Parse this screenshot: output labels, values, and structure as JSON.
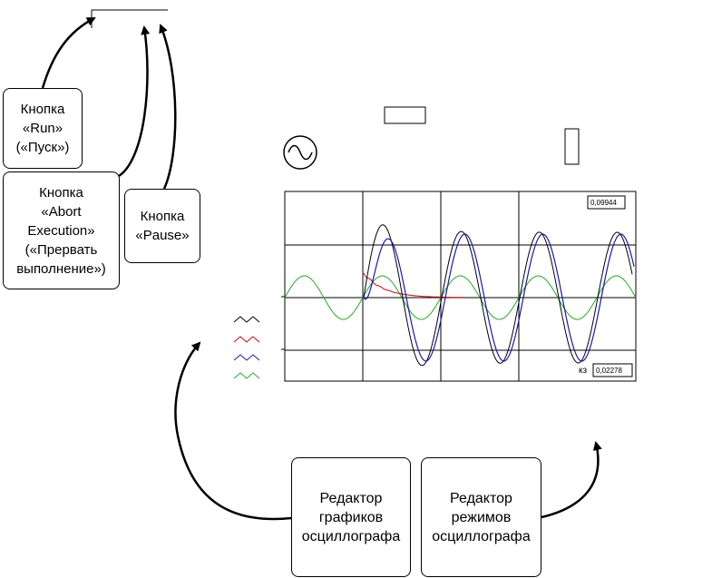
{
  "callouts": {
    "run": "Кнопка\n«Run»\n(«Пуск»)",
    "abort": "Кнопка\n«Abort\nExecution»\n(«Прервать\nвыполнение»)",
    "pause": "Кнопка\n«Pause»",
    "plot_editor": "Редактор\nграфиков\nосциллографа",
    "mode_editor": "Редактор\nрежимов\nосциллографа"
  },
  "scope": {
    "readout_top": "0,09944",
    "readout_bottom": "0,02278",
    "bottom_prefix": "кз",
    "colors": {
      "black": "#000000",
      "red": "#cc0000",
      "blue": "#1a1aaa",
      "green": "#22aa22"
    },
    "legend_icons": [
      "black-zigzag-icon",
      "red-zigzag-icon",
      "blue-zigzag-icon",
      "green-zigzag-icon"
    ]
  }
}
